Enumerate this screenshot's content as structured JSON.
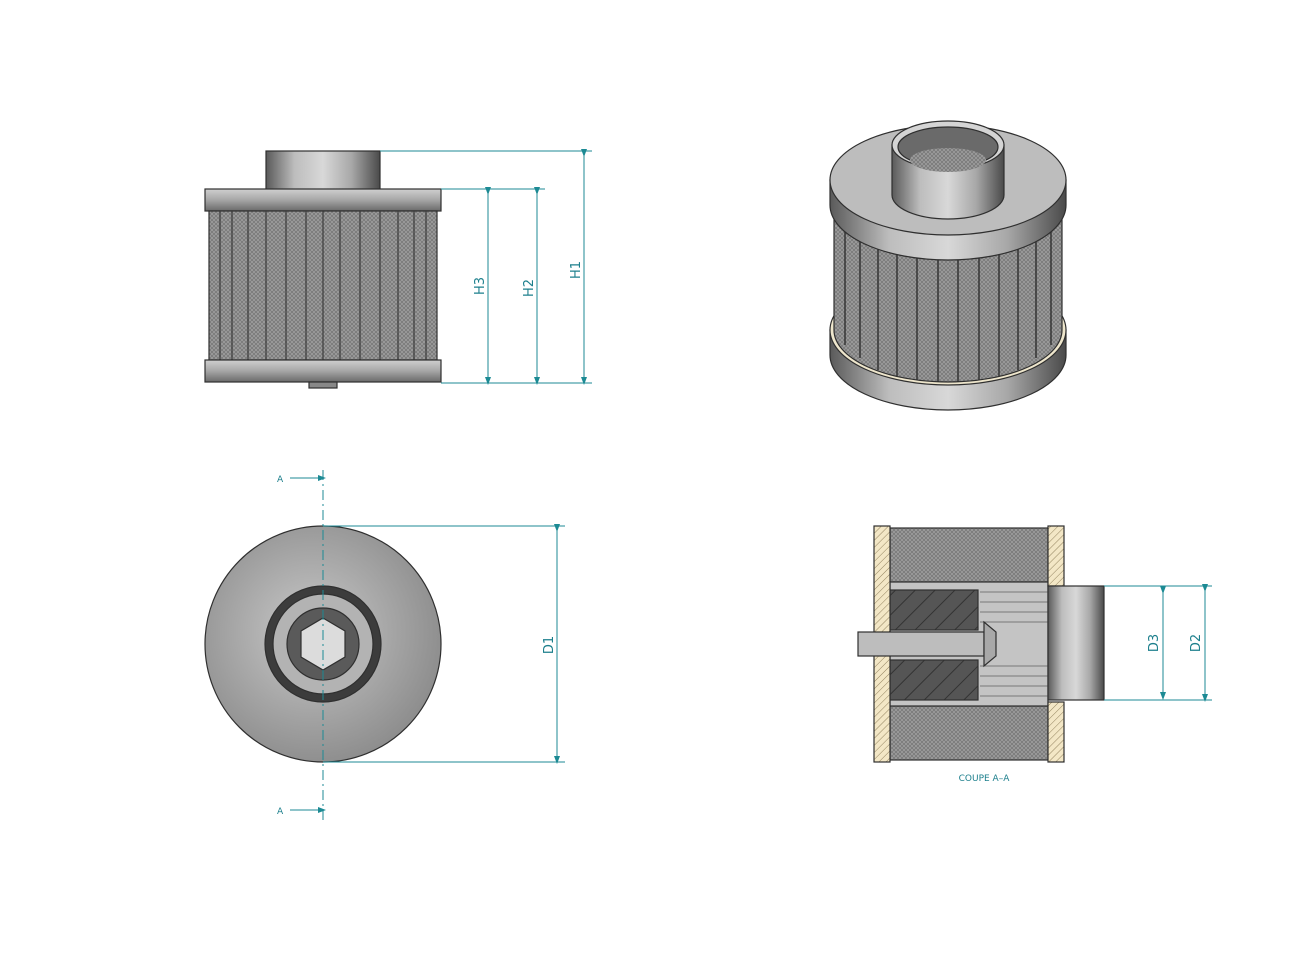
{
  "dimensions": {
    "h1": "H1",
    "h2": "H2",
    "h3": "H3",
    "d1": "D1",
    "d2": "D2",
    "d3": "D3"
  },
  "section": {
    "label_top": "A",
    "label_bottom": "A",
    "caption": "COUPE A–A"
  },
  "colors": {
    "dimension": "#1c8a94",
    "metal_dark": "#4a4a4a",
    "metal_mid": "#9a9a9a",
    "metal_light": "#cfcfcf",
    "mesh": "#8d8d8d",
    "section_fill": "#f2e6c4"
  }
}
